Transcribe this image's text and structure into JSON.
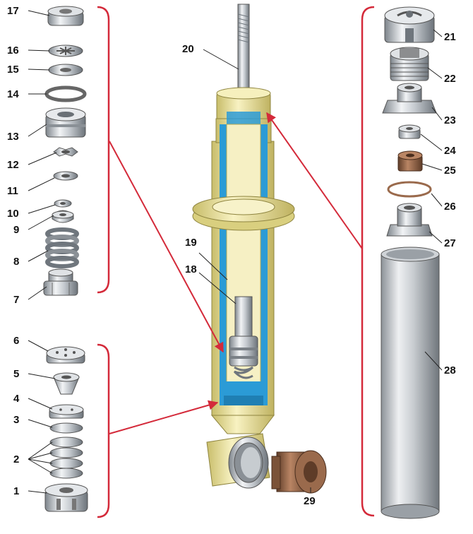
{
  "colors": {
    "background": "#ffffff",
    "bracket": "#d42a3a",
    "arrow": "#d42a3a",
    "metal_light": "#e6e8ea",
    "metal_mid": "#b9bec3",
    "metal_dark": "#6f767d",
    "body_cream": "#f3ecae",
    "body_cream_dark": "#d9cf7f",
    "fluid_blue": "#2b9bd6",
    "bushing_brown": "#9a6a4c",
    "bushing_dark": "#5e3c28",
    "leader": "#222222"
  },
  "labels": {
    "l1": "1",
    "l2": "2",
    "l3": "3",
    "l4": "4",
    "l5": "5",
    "l6": "6",
    "l7": "7",
    "l8": "8",
    "l9": "9",
    "l10": "10",
    "l11": "11",
    "l12": "12",
    "l13": "13",
    "l14": "14",
    "l15": "15",
    "l16": "16",
    "l17": "17",
    "l18": "18",
    "l19": "19",
    "l20": "20",
    "l21": "21",
    "l22": "22",
    "l23": "23",
    "l24": "24",
    "l25": "25",
    "l26": "26",
    "l27": "27",
    "l28": "28",
    "l29": "29"
  }
}
